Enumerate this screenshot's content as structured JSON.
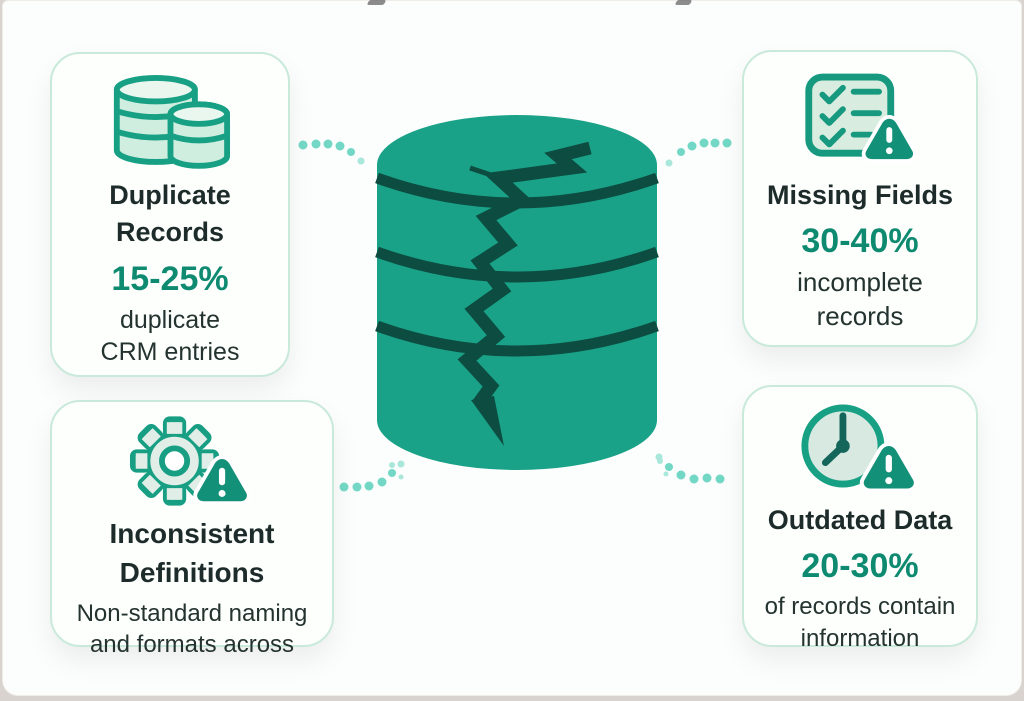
{
  "title_hint": "Data quality issues infographic",
  "colors": {
    "teal_fill": "#19a287",
    "teal_dark": "#0d4c41",
    "icon_stroke": "#18a084",
    "icon_fill_mint": "#d8ecdf",
    "icon_fill_light": "#e9f7ef",
    "stat_text": "#0e8a71",
    "title_text": "#1d2c2a",
    "body_text": "#243330",
    "card_border": "#c9e9da",
    "connector_dot": "#72d8c5",
    "panel_bg": "#fcfdfd",
    "outer_bg": "#d8d3ce"
  },
  "center": {
    "icon": "cracked-database-icon",
    "meaning": "broken database illustration"
  },
  "cards": [
    {
      "id": "duplicate-records",
      "icon": "database-stack-icon",
      "title": "Duplicate Records",
      "stat": "15-25%",
      "description": "duplicate CRM entries"
    },
    {
      "id": "missing-fields",
      "icon": "checklist-warning-icon",
      "title": "Missing Fields",
      "stat": "30-40%",
      "description": "incomplete records"
    },
    {
      "id": "inconsistent-definitions",
      "icon": "gear-warning-icon",
      "title": "Inconsistent Definitions",
      "stat": "",
      "description": "Non-standard naming and formats across"
    },
    {
      "id": "outdated-data",
      "icon": "clock-warning-icon",
      "title": "Outdated Data",
      "stat": "20-30%",
      "description": "of records contain information"
    }
  ],
  "icons": {
    "warning": "warning-triangle-icon",
    "connectors": "dotted-connector"
  }
}
